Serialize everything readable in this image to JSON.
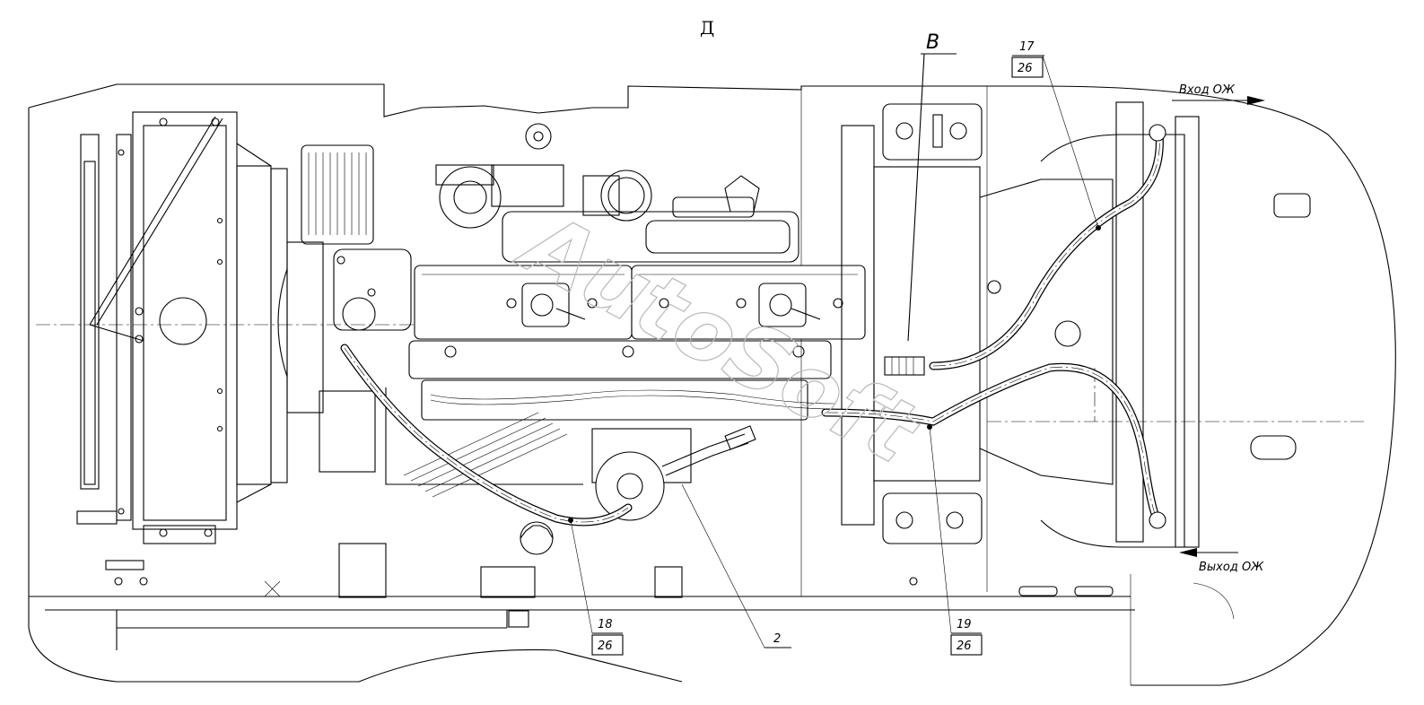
{
  "view_title": "Д",
  "watermark": "AutoSoft",
  "section_label": "B",
  "flow_labels": {
    "coolant_in": "Вход ОЖ",
    "coolant_out": "Выход ОЖ"
  },
  "callouts": [
    {
      "id": "callout-17",
      "number": "17",
      "qty": "26"
    },
    {
      "id": "callout-18",
      "number": "18",
      "qty": "26"
    },
    {
      "id": "callout-19",
      "number": "19",
      "qty": "26"
    },
    {
      "id": "callout-2",
      "number": "2",
      "qty": ""
    }
  ]
}
